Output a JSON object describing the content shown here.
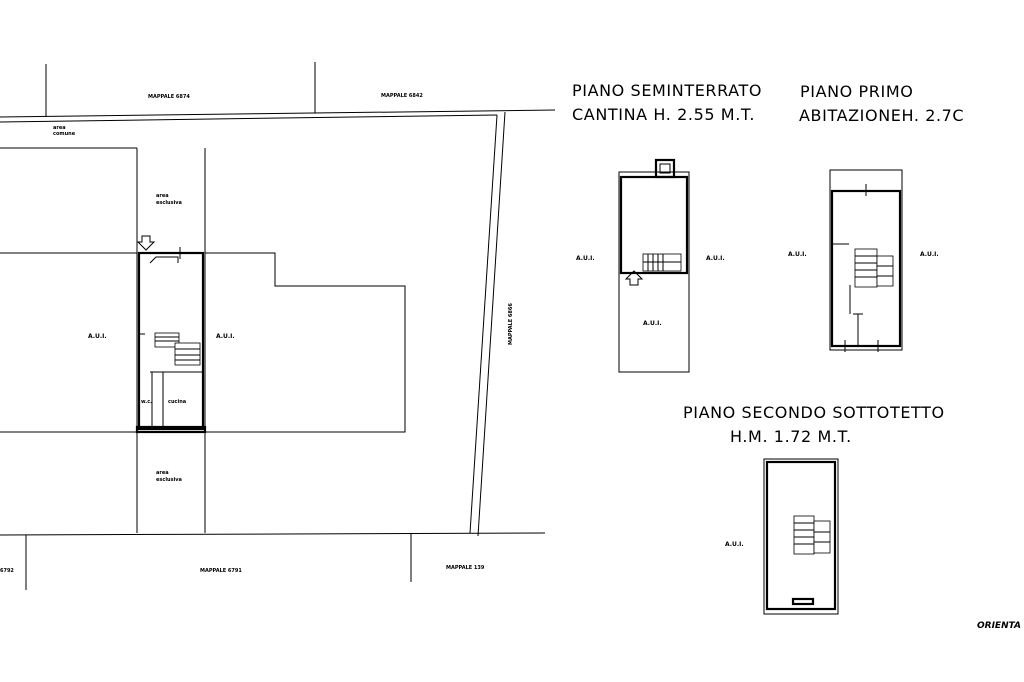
{
  "site": {
    "mappale_north_left": "MAPPALE 6874",
    "mappale_north_right": "MAPPALE 6842",
    "mappale_east": "MAPPALE 6866",
    "mappale_south_left": "6792",
    "mappale_south_center": "MAPPALE 6791",
    "mappale_south_right": "MAPPALE 139",
    "area_comune_line1": "area",
    "area_comune_line2": "comune",
    "area_esclusiva_north_line1": "area",
    "area_esclusiva_north_line2": "esclusiva",
    "area_esclusiva_south_line1": "area",
    "area_esclusiva_south_line2": "esclusiva",
    "aui_west": "A.U.I.",
    "aui_east": "A.U.I.",
    "wc_label": "w.c.",
    "cucina_label": "cucina"
  },
  "headings": {
    "seminterrato_title": "PIANO SEMINTERRATO",
    "seminterrato_sub": "CANTINA H. 2.55 M.T.",
    "primo_title": "PIANO PRIMO",
    "primo_sub": "ABITAZIONEH. 2.7C",
    "secondo_title": "PIANO SECONDO SOTTOTETTO",
    "secondo_sub": "H.M. 1.72 M.T."
  },
  "seminterrato_plan": {
    "aui_left": "A.U.I.",
    "aui_right": "A.U.I.",
    "aui_bottom": "A.U.I."
  },
  "primo_plan": {
    "aui_left": "A.U.I.",
    "aui_right": "A.U.I."
  },
  "secondo_plan": {
    "aui_left": "A.U.I."
  },
  "orientation_label": "ORIENTA"
}
